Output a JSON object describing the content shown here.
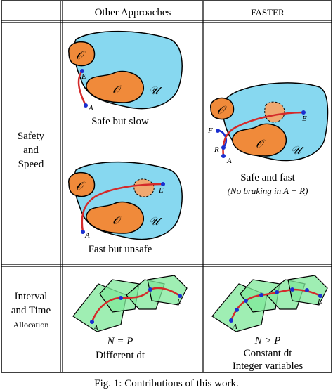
{
  "headers": {
    "col1": "Other Approaches",
    "col2": "FASTER"
  },
  "rows": {
    "safety_line1": "Safety",
    "safety_line2": "and",
    "safety_line3": "Speed",
    "interval_line1": "Interval",
    "interval_line2": "and Time",
    "interval_line3": "Allocation"
  },
  "labels": {
    "obstacle": "𝒪",
    "unknown": "𝒰",
    "point_A": "A",
    "point_E": "E",
    "point_F": "F",
    "point_R": "R"
  },
  "captions": {
    "safe_slow": "Safe but slow",
    "fast_unsafe": "Fast but unsafe",
    "safe_fast": "Safe and fast",
    "no_braking": "(No braking in A − R)",
    "n_eq_p": "N = P",
    "different_dt": "Different dt",
    "n_gt_p": "N > P",
    "constant_dt": "Constant dt",
    "integer_vars": "Integer variables"
  },
  "figure_caption": "Fig. 1: Contributions of this work.",
  "colors": {
    "unknown_space": "#87d8f0",
    "obstacle": "#f08a3a",
    "trajectory": "#d42a2a",
    "braking": "#1a2fd0",
    "polyhedra": "#7fe89a",
    "waypoint": "#1a2fd0"
  }
}
